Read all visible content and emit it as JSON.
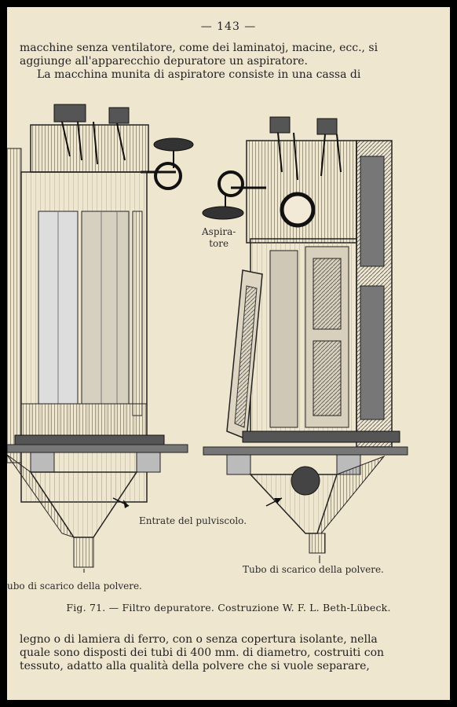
{
  "page_number": "— 143 —",
  "top_paragraph": {
    "lines": [
      "macchine senza ventilatore, come dei laminatoj, macine, ecc., si",
      "aggiunge all'apparecchio depuratore un aspiratore.",
      "La macchina munita di aspiratore consiste in una cassa di"
    ]
  },
  "figure": {
    "label_aspiratore": [
      "Aspira-",
      "tore"
    ],
    "label_entrata": "Entrate del pulviscolo.",
    "label_tubo_right": "Tubo di scarico della polvere.",
    "label_tubo_left": "ubo di scarico della polvere.",
    "caption": "Fig. 71. — Filtro depuratore. Costruzione W. F. L. Beth-Lübeck."
  },
  "bottom_paragraph": {
    "lines": [
      "legno o di lamiera di ferro, con o senza copertura isolante, nella",
      "quale sono disposti dei tubi di 400 mm. di diametro, costruiti con",
      "tessuto, adatto alla qualità della polvere che si vuole separare,"
    ]
  }
}
